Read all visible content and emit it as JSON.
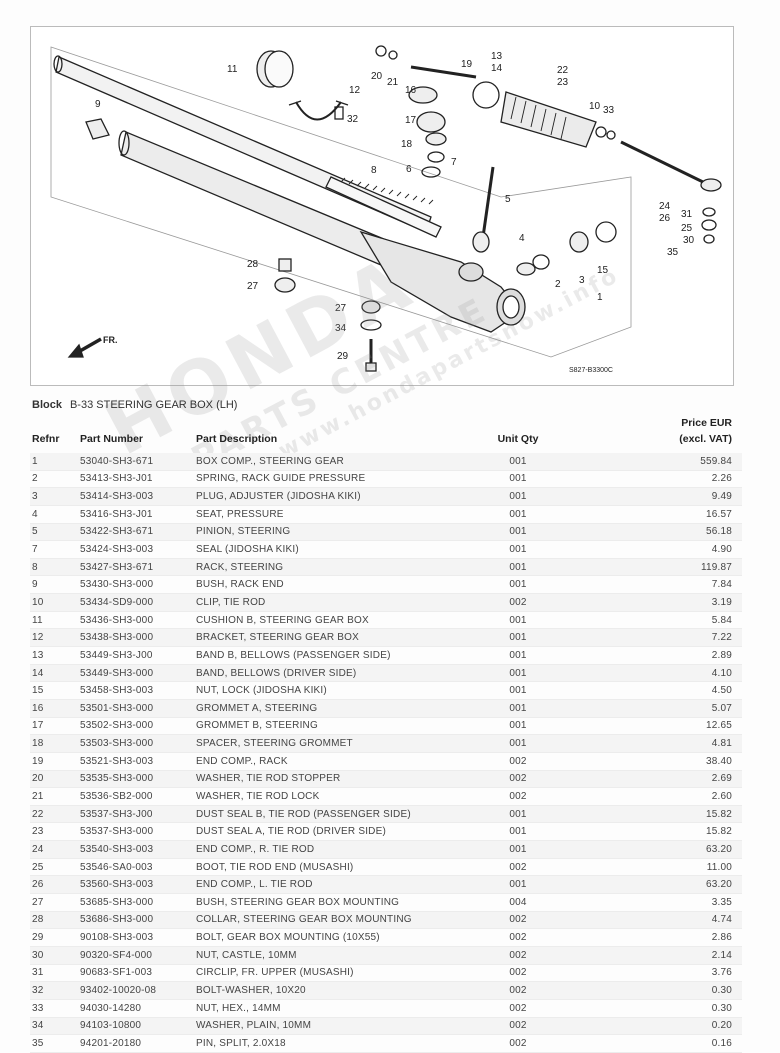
{
  "diagram": {
    "code": "S827-B3300C",
    "arrow_label": "FR.",
    "callouts": [
      "1",
      "2",
      "3",
      "4",
      "5",
      "6",
      "7",
      "8",
      "9",
      "10",
      "11",
      "12",
      "13",
      "14",
      "15",
      "16",
      "17",
      "18",
      "19",
      "20",
      "21",
      "22",
      "23",
      "24",
      "25",
      "26",
      "27",
      "28",
      "29",
      "30",
      "31",
      "32",
      "33",
      "34",
      "35"
    ]
  },
  "watermark": {
    "line1": "HONDA",
    "line2": "PARTS CENTRE",
    "line3": "www.hondapartsnow.info"
  },
  "block": {
    "label": "Block",
    "value": "B-33 STEERING GEAR BOX (LH)"
  },
  "table": {
    "headers": {
      "ref": "Refnr",
      "number": "Part Number",
      "desc": "Part Description",
      "qty": "Unit Qty",
      "price_line1": "Price EUR",
      "price_line2": "(excl. VAT)"
    },
    "rows": [
      {
        "ref": "1",
        "number": "53040-SH3-671",
        "desc": "BOX COMP., STEERING GEAR",
        "qty": "001",
        "price": "559.84"
      },
      {
        "ref": "2",
        "number": "53413-SH3-J01",
        "desc": "SPRING, RACK GUIDE PRESSURE",
        "qty": "001",
        "price": "2.26"
      },
      {
        "ref": "3",
        "number": "53414-SH3-003",
        "desc": "PLUG, ADJUSTER (JIDOSHA KIKI)",
        "qty": "001",
        "price": "9.49"
      },
      {
        "ref": "4",
        "number": "53416-SH3-J01",
        "desc": "SEAT, PRESSURE",
        "qty": "001",
        "price": "16.57"
      },
      {
        "ref": "5",
        "number": "53422-SH3-671",
        "desc": "PINION, STEERING",
        "qty": "001",
        "price": "56.18"
      },
      {
        "ref": "7",
        "number": "53424-SH3-003",
        "desc": "SEAL (JIDOSHA KIKI)",
        "qty": "001",
        "price": "4.90"
      },
      {
        "ref": "8",
        "number": "53427-SH3-671",
        "desc": "RACK, STEERING",
        "qty": "001",
        "price": "119.87"
      },
      {
        "ref": "9",
        "number": "53430-SH3-000",
        "desc": "BUSH, RACK END",
        "qty": "001",
        "price": "7.84"
      },
      {
        "ref": "10",
        "number": "53434-SD9-000",
        "desc": "CLIP, TIE ROD",
        "qty": "002",
        "price": "3.19"
      },
      {
        "ref": "11",
        "number": "53436-SH3-000",
        "desc": "CUSHION B, STEERING GEAR BOX",
        "qty": "001",
        "price": "5.84"
      },
      {
        "ref": "12",
        "number": "53438-SH3-000",
        "desc": "BRACKET, STEERING GEAR BOX",
        "qty": "001",
        "price": "7.22"
      },
      {
        "ref": "13",
        "number": "53449-SH3-J00",
        "desc": "BAND B, BELLOWS (PASSENGER SIDE)",
        "qty": "001",
        "price": "2.89"
      },
      {
        "ref": "14",
        "number": "53449-SH3-000",
        "desc": "BAND, BELLOWS (DRIVER SIDE)",
        "qty": "001",
        "price": "4.10"
      },
      {
        "ref": "15",
        "number": "53458-SH3-003",
        "desc": "NUT, LOCK (JIDOSHA KIKI)",
        "qty": "001",
        "price": "4.50"
      },
      {
        "ref": "16",
        "number": "53501-SH3-000",
        "desc": "GROMMET A, STEERING",
        "qty": "001",
        "price": "5.07"
      },
      {
        "ref": "17",
        "number": "53502-SH3-000",
        "desc": "GROMMET B, STEERING",
        "qty": "001",
        "price": "12.65"
      },
      {
        "ref": "18",
        "number": "53503-SH3-000",
        "desc": "SPACER, STEERING GROMMET",
        "qty": "001",
        "price": "4.81"
      },
      {
        "ref": "19",
        "number": "53521-SH3-003",
        "desc": "END COMP., RACK",
        "qty": "002",
        "price": "38.40"
      },
      {
        "ref": "20",
        "number": "53535-SH3-000",
        "desc": "WASHER, TIE ROD STOPPER",
        "qty": "002",
        "price": "2.69"
      },
      {
        "ref": "21",
        "number": "53536-SB2-000",
        "desc": "WASHER, TIE ROD LOCK",
        "qty": "002",
        "price": "2.60"
      },
      {
        "ref": "22",
        "number": "53537-SH3-J00",
        "desc": "DUST SEAL B, TIE ROD (PASSENGER SIDE)",
        "qty": "001",
        "price": "15.82"
      },
      {
        "ref": "23",
        "number": "53537-SH3-000",
        "desc": "DUST SEAL A, TIE ROD (DRIVER SIDE)",
        "qty": "001",
        "price": "15.82"
      },
      {
        "ref": "24",
        "number": "53540-SH3-003",
        "desc": "END COMP., R. TIE ROD",
        "qty": "001",
        "price": "63.20"
      },
      {
        "ref": "25",
        "number": "53546-SA0-003",
        "desc": "BOOT, TIE ROD END (MUSASHI)",
        "qty": "002",
        "price": "11.00"
      },
      {
        "ref": "26",
        "number": "53560-SH3-003",
        "desc": "END COMP., L. TIE ROD",
        "qty": "001",
        "price": "63.20"
      },
      {
        "ref": "27",
        "number": "53685-SH3-000",
        "desc": "BUSH, STEERING GEAR BOX MOUNTING",
        "qty": "004",
        "price": "3.35"
      },
      {
        "ref": "28",
        "number": "53686-SH3-000",
        "desc": "COLLAR, STEERING GEAR BOX MOUNTING",
        "qty": "002",
        "price": "4.74"
      },
      {
        "ref": "29",
        "number": "90108-SH3-003",
        "desc": "BOLT, GEAR BOX MOUNTING (10X55)",
        "qty": "002",
        "price": "2.86"
      },
      {
        "ref": "30",
        "number": "90320-SF4-000",
        "desc": "NUT, CASTLE, 10MM",
        "qty": "002",
        "price": "2.14"
      },
      {
        "ref": "31",
        "number": "90683-SF1-003",
        "desc": "CIRCLIP, FR. UPPER (MUSASHI)",
        "qty": "002",
        "price": "3.76"
      },
      {
        "ref": "32",
        "number": "93402-10020-08",
        "desc": "BOLT-WASHER, 10X20",
        "qty": "002",
        "price": "0.30"
      },
      {
        "ref": "33",
        "number": "94030-14280",
        "desc": "NUT, HEX., 14MM",
        "qty": "002",
        "price": "0.30"
      },
      {
        "ref": "34",
        "number": "94103-10800",
        "desc": "WASHER, PLAIN, 10MM",
        "qty": "002",
        "price": "0.20"
      },
      {
        "ref": "35",
        "number": "94201-20180",
        "desc": "PIN, SPLIT, 2.0X18",
        "qty": "002",
        "price": "0.16"
      }
    ]
  }
}
